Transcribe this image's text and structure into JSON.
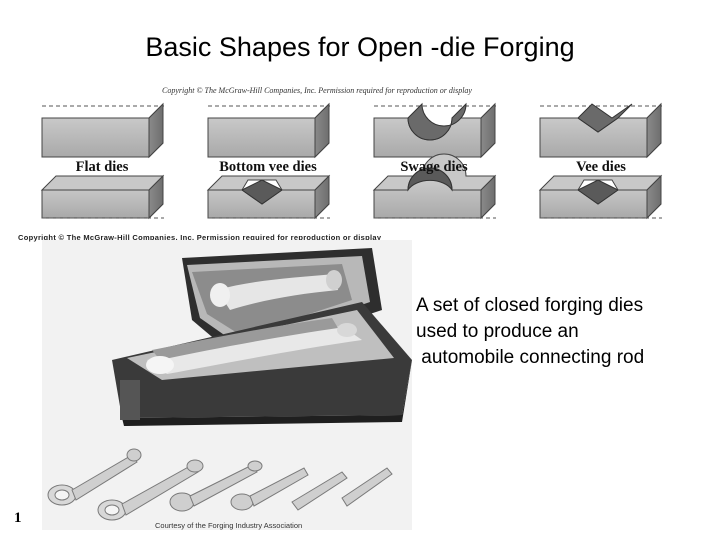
{
  "slide": {
    "title": "Basic Shapes for Open -die Forging",
    "copyright_top": "Copyright © The McGraw-Hill Companies, Inc. Permission required for reproduction or display",
    "copyright_mid": "Copyright © The McGraw-Hill Companies, Inc. Permission required for reproduction or display",
    "photo_credit": "Courtesy of the Forging Industry Association",
    "slide_number": "1"
  },
  "dies": [
    {
      "label": "Flat dies",
      "icon": "flat-dies-icon"
    },
    {
      "label": "Bottom vee dies",
      "icon": "bottom-vee-dies-icon"
    },
    {
      "label": "Swage dies",
      "icon": "swage-dies-icon"
    },
    {
      "label": "Vee dies",
      "icon": "vee-dies-icon"
    }
  ],
  "caption": {
    "line1": "A set of closed forging dies",
    "line2": "used to produce an",
    "line3": " automobile connecting rod"
  },
  "photo": {
    "icon": "closed-forging-dies-photo"
  }
}
